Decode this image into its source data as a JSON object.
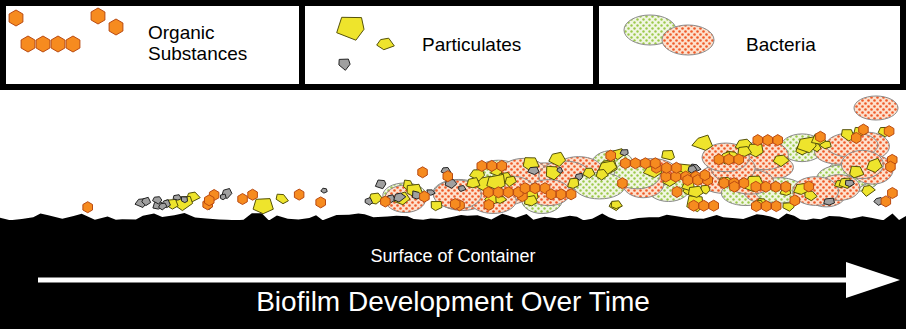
{
  "diagram": {
    "nodes": [
      {
        "text": [
          "Surface of Container",
          "Biofilm Development Over Time"
        ]
      }
    ],
    "legend": [
      {
        "text": "Organic Substances"
      },
      {
        "text": "Particulates"
      },
      {
        "text": "Bacteria"
      }
    ]
  }
}
